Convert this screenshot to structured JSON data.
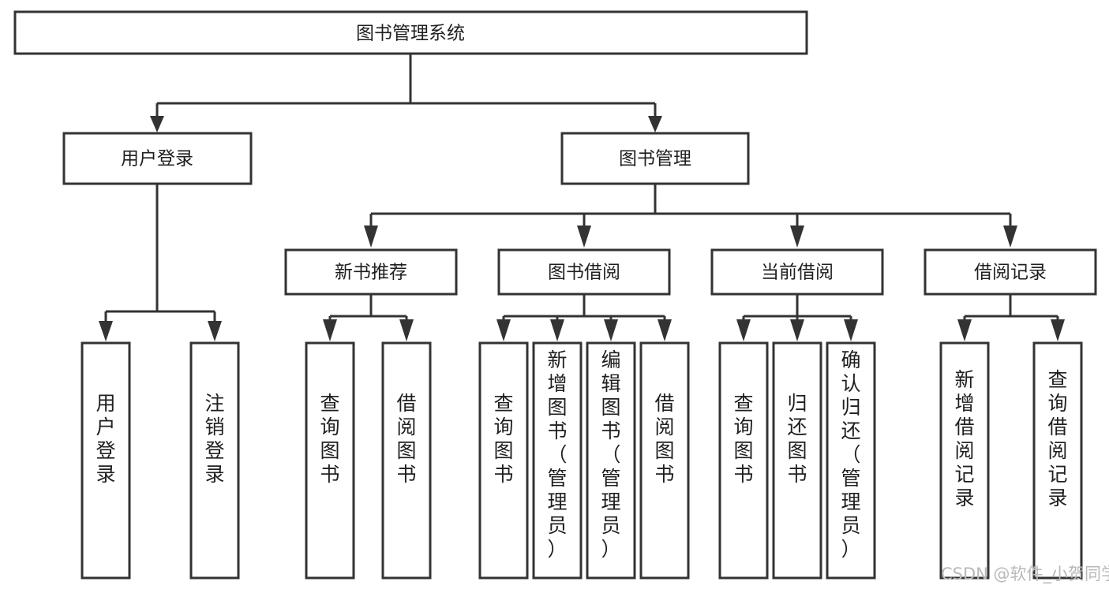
{
  "diagram": {
    "type": "tree-hierarchy-flowchart",
    "title": "图书管理系统",
    "orientation": "top-down",
    "accent_color": "#333333",
    "background_color": "#ffffff",
    "levels": 4,
    "root": {
      "id": "root",
      "label": "图书管理系统"
    },
    "level2": [
      {
        "id": "user-login",
        "label": "用户登录"
      },
      {
        "id": "book-manage",
        "label": "图书管理"
      }
    ],
    "level3": [
      {
        "id": "new-book-rec",
        "label": "新书推荐",
        "parent": "book-manage"
      },
      {
        "id": "book-borrow",
        "label": "图书借阅",
        "parent": "book-manage"
      },
      {
        "id": "current-borrow",
        "label": "当前借阅",
        "parent": "book-manage"
      },
      {
        "id": "borrow-record",
        "label": "借阅记录",
        "parent": "book-manage"
      }
    ],
    "leaves": [
      {
        "id": "leaf-user-login",
        "label": "用户登录",
        "parent": "user-login"
      },
      {
        "id": "leaf-logout",
        "label": "注销登录",
        "parent": "user-login"
      },
      {
        "id": "leaf-query-book-1",
        "label": "查询图书",
        "parent": "new-book-rec"
      },
      {
        "id": "leaf-borrow-book-1",
        "label": "借阅图书",
        "parent": "new-book-rec"
      },
      {
        "id": "leaf-query-book-2",
        "label": "查询图书",
        "parent": "book-borrow"
      },
      {
        "id": "leaf-add-book",
        "label": "新增图书（管理员）",
        "parent": "book-borrow"
      },
      {
        "id": "leaf-edit-book",
        "label": "编辑图书（管理员）",
        "parent": "book-borrow"
      },
      {
        "id": "leaf-borrow-book-2",
        "label": "借阅图书",
        "parent": "book-borrow"
      },
      {
        "id": "leaf-query-book-3",
        "label": "查询图书",
        "parent": "current-borrow"
      },
      {
        "id": "leaf-return-book",
        "label": "归还图书",
        "parent": "current-borrow"
      },
      {
        "id": "leaf-confirm-return",
        "label": "确认归还（管理员）",
        "parent": "current-borrow"
      },
      {
        "id": "leaf-add-record",
        "label": "新增借阅记录",
        "parent": "borrow-record"
      },
      {
        "id": "leaf-query-record",
        "label": "查询借阅记录",
        "parent": "borrow-record"
      }
    ]
  },
  "watermark": {
    "text": "CSDN @软件_小贺同学"
  }
}
